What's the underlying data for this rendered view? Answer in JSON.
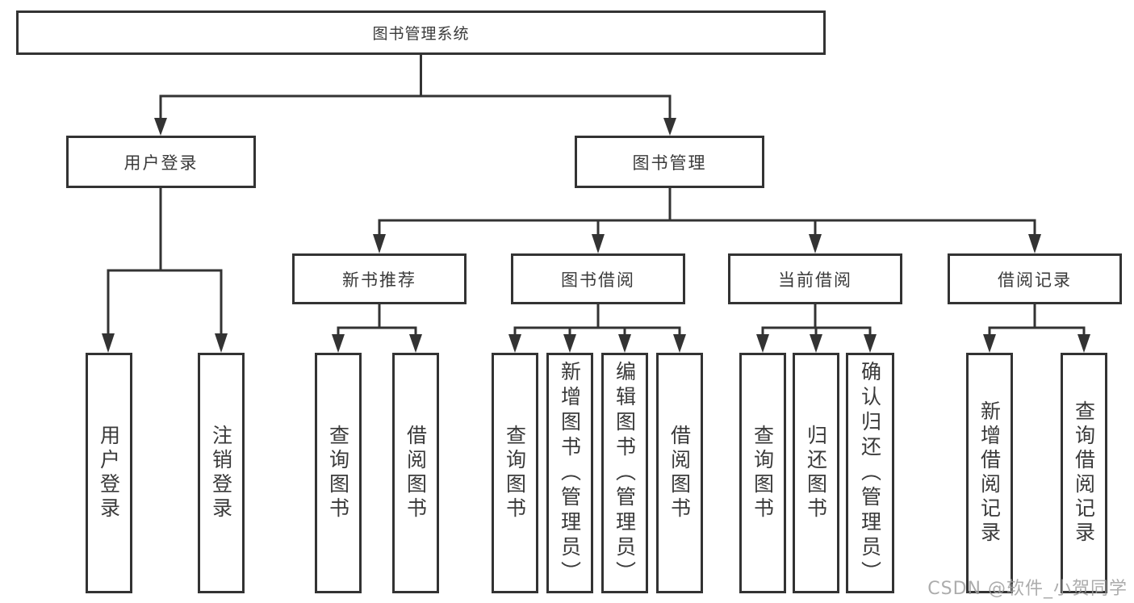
{
  "diagram": {
    "root": {
      "label": "图书管理系统"
    },
    "branches": [
      {
        "label": "用户登录",
        "leaves": [
          {
            "label": "用户登录"
          },
          {
            "label": "注销登录"
          }
        ]
      },
      {
        "label": "图书管理",
        "groups": [
          {
            "label": "新书推荐",
            "leaves": [
              {
                "label": "查询图书"
              },
              {
                "label": "借阅图书"
              }
            ]
          },
          {
            "label": "图书借阅",
            "leaves": [
              {
                "label": "查询图书"
              },
              {
                "label": "新增图书（管理员）"
              },
              {
                "label": "编辑图书（管理员）"
              },
              {
                "label": "借阅图书"
              }
            ]
          },
          {
            "label": "当前借阅",
            "leaves": [
              {
                "label": "查询图书"
              },
              {
                "label": "归还图书"
              },
              {
                "label": "确认归还（管理员）"
              }
            ]
          },
          {
            "label": "借阅记录",
            "leaves": [
              {
                "label": "新增借阅记录"
              },
              {
                "label": "查询借阅记录"
              }
            ]
          }
        ]
      }
    ]
  },
  "watermark": {
    "text": "CSDN @软件_小贺同学"
  },
  "colors": {
    "line": "#333333",
    "box_border": "#333333",
    "text": "#3a3a3a",
    "watermark": "#9e9e9e",
    "background": "#ffffff"
  }
}
